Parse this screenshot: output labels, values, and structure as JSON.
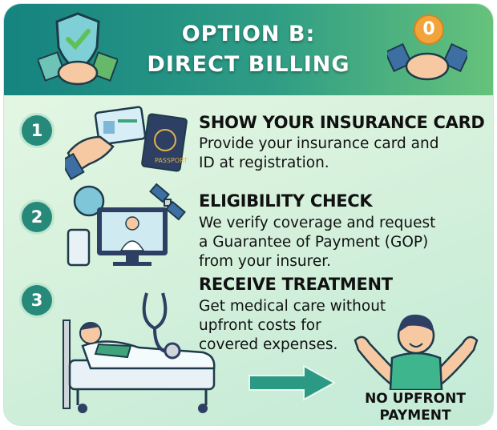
{
  "header": {
    "title_line1": "OPTION B:",
    "title_line2": "DIRECT BILLING",
    "coin_label": "0"
  },
  "steps": [
    {
      "number": "1",
      "title": "SHOW YOUR INSURANCE CARD",
      "description": [
        "Provide your insurance card and",
        "ID at registration."
      ],
      "passport_label": "PASSPORT"
    },
    {
      "number": "2",
      "title": "ELIGIBILITY CHECK",
      "description": [
        "We verify coverage and request",
        "a Guarantee of Payment (GOP)",
        "from your insurer."
      ]
    },
    {
      "number": "3",
      "title": "RECEIVE TREATMENT",
      "description": [
        "Get medical care without",
        "upfront costs for",
        "covered expenses."
      ]
    }
  ],
  "result": {
    "line1": "NO UPFRONT",
    "line2": "PAYMENT"
  },
  "colors": {
    "header_start": "#15837f",
    "header_end": "#66c27b",
    "step_badge": "#27897a",
    "arrow": "#2b9a84"
  }
}
